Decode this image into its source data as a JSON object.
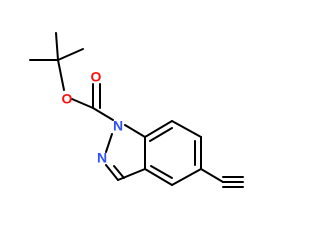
{
  "molecule": {
    "atoms": {
      "o_ester": {
        "text": "O",
        "color": "#ff0d0d"
      },
      "o_carbonyl": {
        "text": "O",
        "color": "#ff0d0d"
      },
      "n1": {
        "text": "N",
        "color": "#3050f8"
      },
      "n2": {
        "text": "N",
        "color": "#3050f8"
      }
    },
    "bond_color": "#000000"
  }
}
